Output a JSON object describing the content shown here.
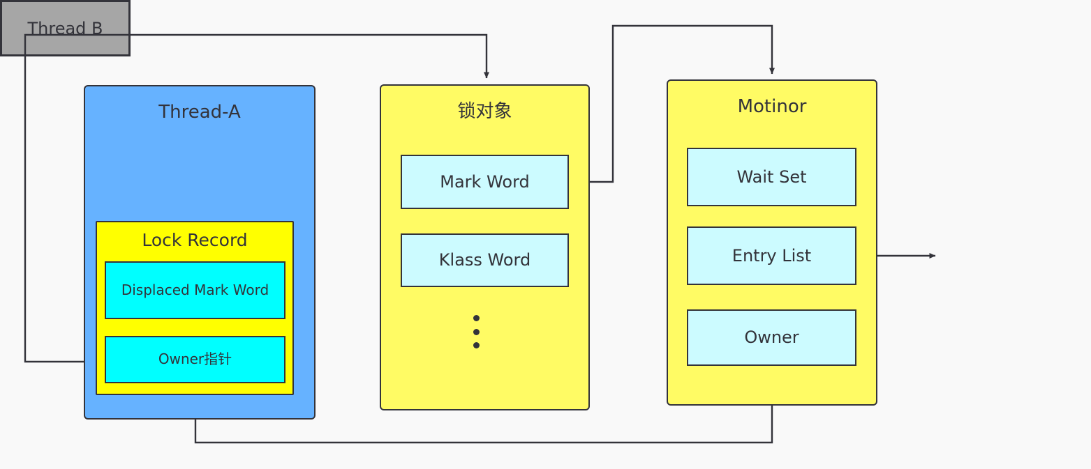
{
  "diagram": {
    "background": "#f9f9f9",
    "stroke": "#33333a",
    "nodes": {
      "thread_a": {
        "title": "Thread-A",
        "fill": "#66b2ff",
        "lock_record": {
          "title": "Lock Record",
          "fill": "#ffff00",
          "fields": [
            {
              "label": "Displaced Mark Word",
              "fill": "#00ffff"
            },
            {
              "label": "Owner指针",
              "fill": "#00ffff"
            }
          ]
        }
      },
      "lock_object": {
        "title": "锁对象",
        "fill": "#fffb64",
        "fields": [
          {
            "label": "Mark Word",
            "fill": "#ccfbff"
          },
          {
            "label": "Klass Word",
            "fill": "#ccfbff"
          }
        ],
        "ellipsis": "⋮"
      },
      "monitor": {
        "title": "Motinor",
        "fill": "#fffb64",
        "fields": [
          {
            "label": "Wait Set",
            "fill": "#ccfbff"
          },
          {
            "label": "Entry List",
            "fill": "#ccfbff"
          },
          {
            "label": "Owner",
            "fill": "#ccfbff"
          }
        ]
      },
      "thread_b": {
        "title": "Thread B",
        "fill": "#a6a6a6"
      }
    },
    "edges": [
      {
        "name": "owner-pointer-to-lock-object",
        "from": "Owner指针",
        "to": "锁对象",
        "arrow": true
      },
      {
        "name": "mark-word-to-monitor",
        "from": "Mark Word",
        "to": "Motinor",
        "arrow": true
      },
      {
        "name": "entry-list-to-thread-b",
        "from": "Entry List",
        "to": "Thread B",
        "arrow": true
      },
      {
        "name": "monitor-owner-to-lock-record",
        "from": "Owner",
        "to": "Lock Record",
        "arrow": true
      }
    ]
  }
}
